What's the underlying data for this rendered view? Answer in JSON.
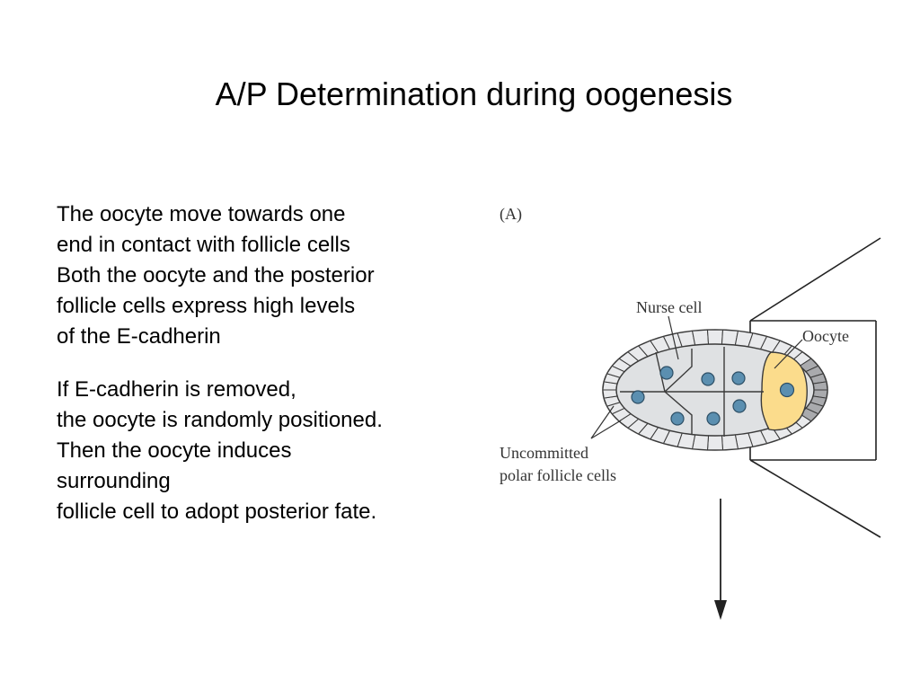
{
  "slide": {
    "title": "A/P Determination during oogenesis"
  },
  "body": {
    "paragraph1": [
      "The oocyte move towards one",
      "end in contact with follicle cells",
      "Both the oocyte and the posterior",
      "follicle cells express high levels",
      "of the E-cadherin"
    ],
    "paragraph2": [
      "If E-cadherin is removed,",
      "the oocyte is randomly positioned.",
      "Then the oocyte induces",
      "surrounding",
      "follicle cell to adopt posterior fate."
    ]
  },
  "figure": {
    "panel_label": "(A)",
    "labels": {
      "nurse_cell": "Nurse cell",
      "oocyte": "Oocyte",
      "polar_line1": "Uncommitted",
      "polar_line2": "polar follicle cells"
    },
    "colors": {
      "follicle_cell": "#e9eaec",
      "posterior_follicle_cell": "#a9aaad",
      "nurse_cytoplasm": "#dfe1e3",
      "oocyte": "#fbdc8c",
      "nucleus": "#5b8fb0",
      "outline": "#3a3a3a"
    }
  }
}
